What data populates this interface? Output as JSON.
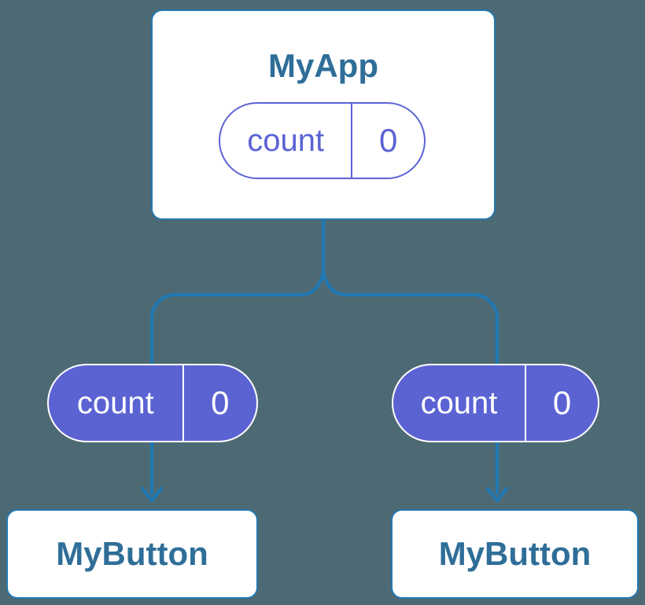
{
  "colors": {
    "bg": "#4d6a74",
    "line": "#2278b0",
    "heading": "#2f6e98",
    "purple": "#5b63d3",
    "white": "#ffffff"
  },
  "diagram": {
    "type": "component-tree",
    "root": {
      "title": "MyApp",
      "state": {
        "name": "count",
        "value": "0"
      }
    },
    "children": [
      {
        "title": "MyButton",
        "prop": {
          "name": "count",
          "value": "0"
        }
      },
      {
        "title": "MyButton",
        "prop": {
          "name": "count",
          "value": "0"
        }
      }
    ]
  }
}
